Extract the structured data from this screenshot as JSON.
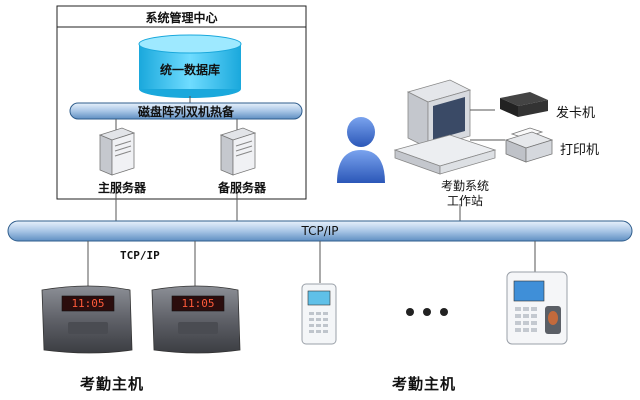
{
  "system_center": {
    "title": "系统管理中心",
    "database_label": "统一数据库",
    "raid_label": "磁盘阵列双机热备",
    "main_server_label": "主服务器",
    "backup_server_label": "备服务器"
  },
  "network": {
    "backbone_label": "TCP/IP",
    "sub_label": "TCP/IP"
  },
  "workstation": {
    "label_line1": "考勤系统",
    "label_line2": "工作站",
    "card_issuer_label": "发卡机",
    "printer_label": "打印机"
  },
  "terminals": {
    "group_label_left": "考勤主机",
    "group_label_right": "考勤主机",
    "clock_display_1": "11:05",
    "clock_display_2": "11:05"
  },
  "colors": {
    "pipe_fill": "#a9c6e6",
    "pipe_stroke": "#2f5d8c",
    "database_fill": "#3fc7f0",
    "terminal_body": "#5f6168",
    "person_fill": "#3d6fd1"
  }
}
